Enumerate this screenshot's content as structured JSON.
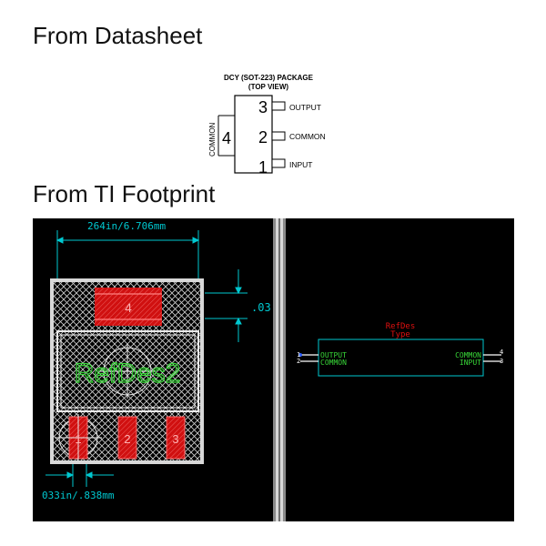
{
  "headings": {
    "datasheet": "From Datasheet",
    "footprint": "From TI Footprint"
  },
  "datasheet": {
    "title_line1": "DCY (SOT-223) PACKAGE",
    "title_line2": "(TOP VIEW)",
    "tab_label": "COMMON",
    "tab_pin": "4",
    "pins": [
      {
        "num": "3",
        "name": "OUTPUT"
      },
      {
        "num": "2",
        "name": "COMMON"
      },
      {
        "num": "1",
        "name": "INPUT"
      }
    ]
  },
  "footprint": {
    "dim_top": "264in/6.706mm",
    "dim_right": ".03",
    "dim_bottom": "033in/.838mm",
    "refdes": "RefDes2",
    "pad_labels": {
      "tab": "4",
      "p1": "1",
      "p2": "2",
      "p3": "3"
    },
    "colors": {
      "background": "#000000",
      "pad": "#d01010",
      "silk": "#e8e8e8",
      "dimension": "#00c8d0",
      "refdes": "#38d838",
      "symbol_box": "#00c8d0",
      "symbol_text": "#38d838",
      "symbol_title": "#e01010",
      "pins": "#ffffff"
    }
  },
  "symbol": {
    "refdes": "RefDes",
    "type": "Type",
    "left_pins": [
      {
        "num": "1",
        "name": "OUTPUT"
      },
      {
        "num": "2",
        "name": "COMMON"
      }
    ],
    "right_pins": [
      {
        "num": "4",
        "name": "COMMON"
      },
      {
        "num": "3",
        "name": "INPUT"
      }
    ]
  }
}
